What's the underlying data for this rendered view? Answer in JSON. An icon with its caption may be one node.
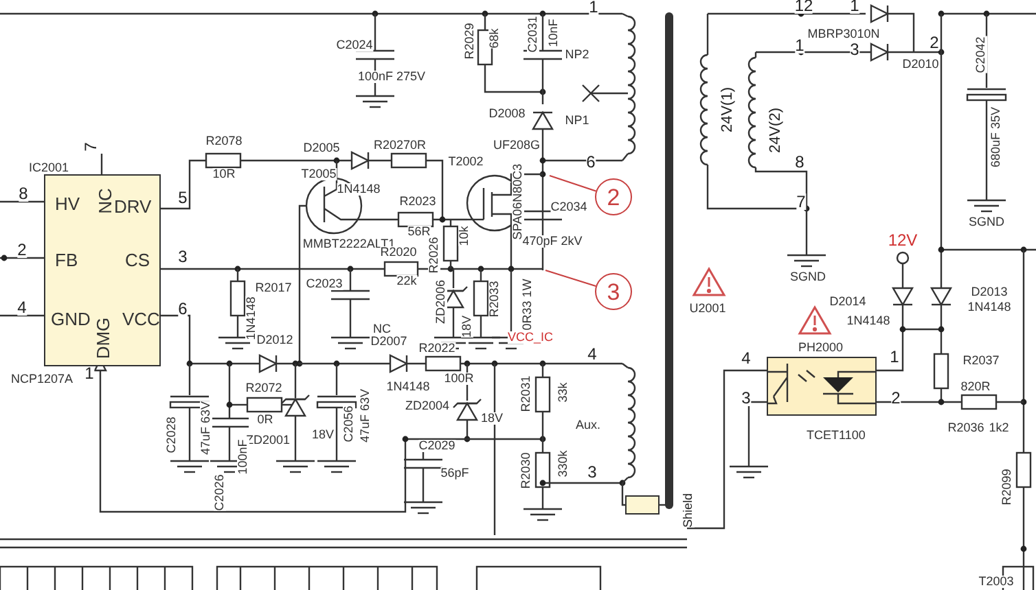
{
  "diagram": {
    "nodes": [
      {
        "text": [
          "IC2001",
          "HV",
          "NC",
          "DRV",
          "FB",
          "CS",
          "GND",
          "DMG",
          "VCC"
        ],
        "beside": [
          "NCP1207A"
        ]
      },
      {
        "text": [
          "PH2000"
        ],
        "beside": [
          "TCET1100"
        ]
      },
      {
        "text": [
          "2"
        ]
      },
      {
        "text": [
          "3"
        ]
      },
      {
        "text": [],
        "shape": "box"
      }
    ],
    "edges": [
      {
        "from": 2,
        "to": null,
        "arrow": "none"
      },
      {
        "from": 3,
        "to": null,
        "arrow": "none"
      }
    ],
    "labels": [
      "C2024",
      "100nF 275V",
      "R2029",
      "68k",
      "C2031",
      "10nF",
      "NP2",
      "1",
      "NP1",
      "D2008",
      "UF208G",
      "T2002",
      "6",
      "SPA06N80C3",
      "C2034",
      "470pF 2kV",
      "R2078",
      "10R",
      "D2005",
      "R20270R",
      "T2005",
      "1N4148",
      "R2023",
      "56R",
      "R2026",
      "10k",
      "MMBT2222ALT1",
      "R2020",
      "22k",
      "7",
      "8",
      "5",
      "2",
      "3",
      "4",
      "6",
      "1",
      "1N4148",
      "R2017",
      "C2023",
      "ZD2006",
      "18V",
      "R2033",
      "0R33 1W",
      "NC",
      "D2012",
      "D2007",
      "R2022",
      "VCC_IC",
      "4",
      "R2072",
      "100R",
      "1N4148",
      "ZD2004",
      "18V",
      "R2031",
      "33k",
      "Aux.",
      "0R",
      "ZD2001",
      "18V",
      "C2028",
      "47uF 63V",
      "C2026",
      "100nF",
      "C2056",
      "47uF 63V",
      "C2029",
      "56pF",
      "R2030",
      "330k",
      "3",
      "Shield",
      "12",
      "1",
      "MBRP3010N",
      "1",
      "3",
      "2",
      "D2010",
      "24V(1)",
      "24V(2)",
      "8",
      "7",
      "SGND",
      "C2042",
      "680uF 35V",
      "SGND",
      "U2001",
      "12V",
      "D2014",
      "1N4148",
      "D2013",
      "1N4148",
      "4",
      "3",
      "1",
      "2",
      "R2037",
      "820R",
      "R2036",
      "1k2",
      "R2099",
      "T2003"
    ]
  }
}
